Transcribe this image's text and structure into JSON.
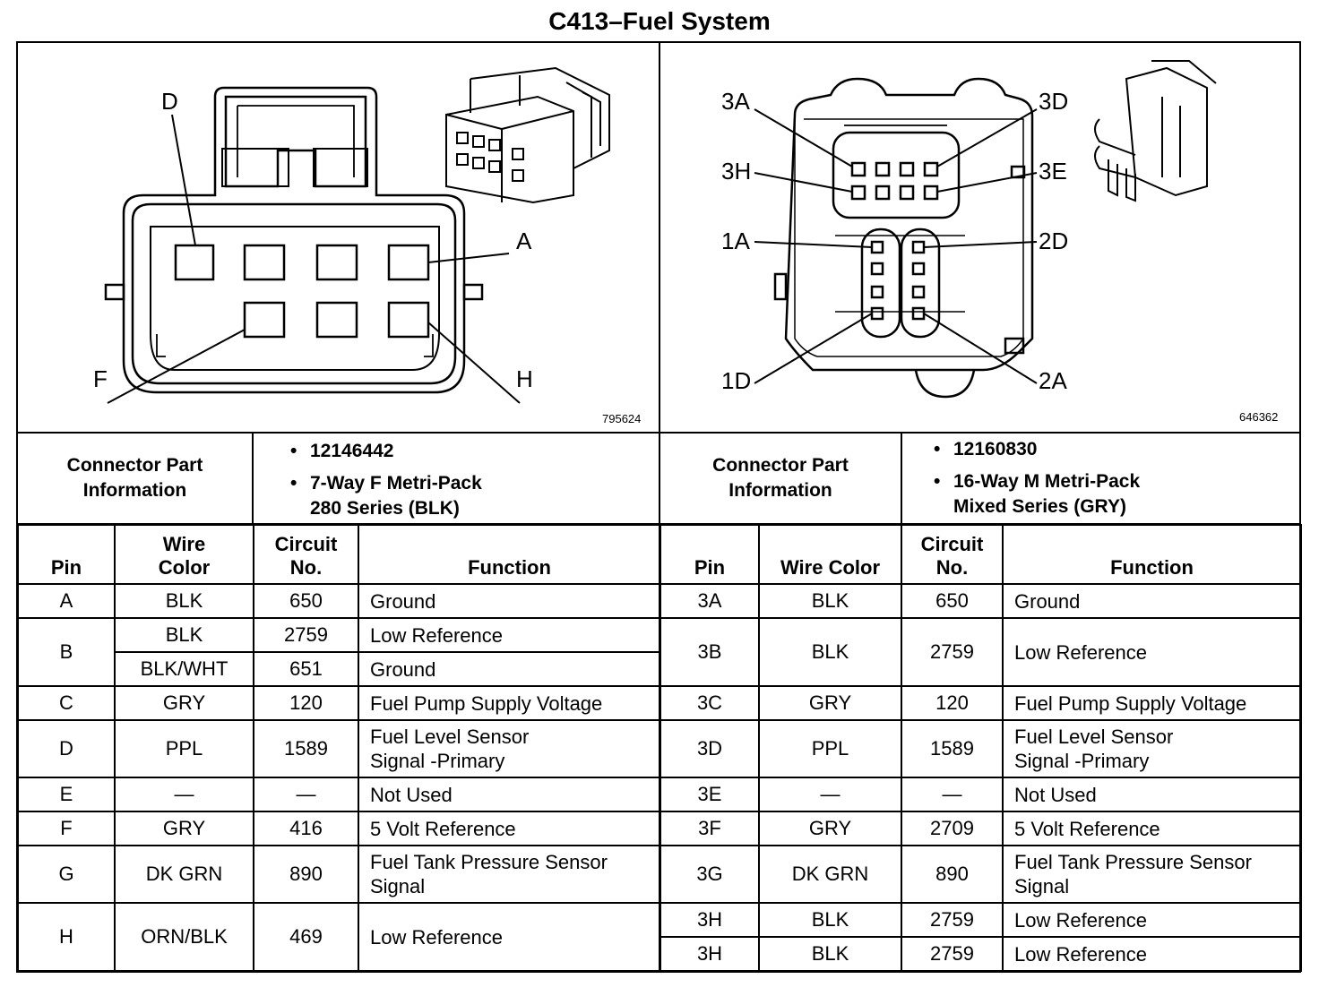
{
  "title": "C413–Fuel System",
  "left": {
    "figure_id": "795624",
    "labels": {
      "d": "D",
      "a": "A",
      "f": "F",
      "h": "H"
    },
    "connector_label": "Connector Part\nInformation",
    "part_number": "12146442",
    "part_desc_line1": "7-Way F Metri-Pack",
    "part_desc_line2": "280 Series (BLK)",
    "headers": {
      "pin": "Pin",
      "wire_color": "Wire\nColor",
      "circuit": "Circuit\nNo.",
      "function": "Function"
    },
    "rows": [
      {
        "pin": "A",
        "wire": "BLK",
        "circuit": "650",
        "function": "Ground"
      },
      {
        "pin": "B",
        "wire": "BLK",
        "circuit": "2759",
        "function": "Low Reference"
      },
      {
        "pin": "",
        "wire": "BLK/WHT",
        "circuit": "651",
        "function": "Ground"
      },
      {
        "pin": "C",
        "wire": "GRY",
        "circuit": "120",
        "function": "Fuel Pump Supply Voltage"
      },
      {
        "pin": "D",
        "wire": "PPL",
        "circuit": "1589",
        "function": "Fuel Level Sensor\nSignal -Primary"
      },
      {
        "pin": "E",
        "wire": "—",
        "circuit": "—",
        "function": "Not Used"
      },
      {
        "pin": "F",
        "wire": "GRY",
        "circuit": "416",
        "function": "5 Volt Reference"
      },
      {
        "pin": "G",
        "wire": "DK GRN",
        "circuit": "890",
        "function": "Fuel Tank Pressure Sensor\nSignal"
      },
      {
        "pin": "H",
        "wire": "ORN/BLK",
        "circuit": "469",
        "function": "Low Reference"
      }
    ]
  },
  "right": {
    "figure_id": "646362",
    "labels": {
      "l3a": "3A",
      "l3d": "3D",
      "l3h": "3H",
      "l3e": "3E",
      "l1a": "1A",
      "l2d": "2D",
      "l1d": "1D",
      "l2a": "2A"
    },
    "connector_label": "Connector Part\nInformation",
    "part_number": "12160830",
    "part_desc_line1": "16-Way M Metri-Pack",
    "part_desc_line2": "Mixed Series (GRY)",
    "headers": {
      "pin": "Pin",
      "wire_color": "Wire Color",
      "circuit": "Circuit\nNo.",
      "function": "Function"
    },
    "rows": [
      {
        "pin": "3A",
        "wire": "BLK",
        "circuit": "650",
        "function": "Ground"
      },
      {
        "pin": "3B",
        "wire": "BLK",
        "circuit": "2759",
        "function": "Low Reference"
      },
      {
        "pin": "3C",
        "wire": "GRY",
        "circuit": "120",
        "function": "Fuel Pump Supply Voltage"
      },
      {
        "pin": "3D",
        "wire": "PPL",
        "circuit": "1589",
        "function": "Fuel Level Sensor\nSignal -Primary"
      },
      {
        "pin": "3E",
        "wire": "—",
        "circuit": "—",
        "function": "Not Used"
      },
      {
        "pin": "3F",
        "wire": "GRY",
        "circuit": "2709",
        "function": "5 Volt Reference"
      },
      {
        "pin": "3G",
        "wire": "DK GRN",
        "circuit": "890",
        "function": "Fuel Tank Pressure Sensor\nSignal"
      },
      {
        "pin": "3H",
        "wire": "BLK",
        "circuit": "2759",
        "function": "Low Reference"
      },
      {
        "pin": "3H",
        "wire": "BLK",
        "circuit": "2759",
        "function": "Low Reference"
      }
    ]
  }
}
